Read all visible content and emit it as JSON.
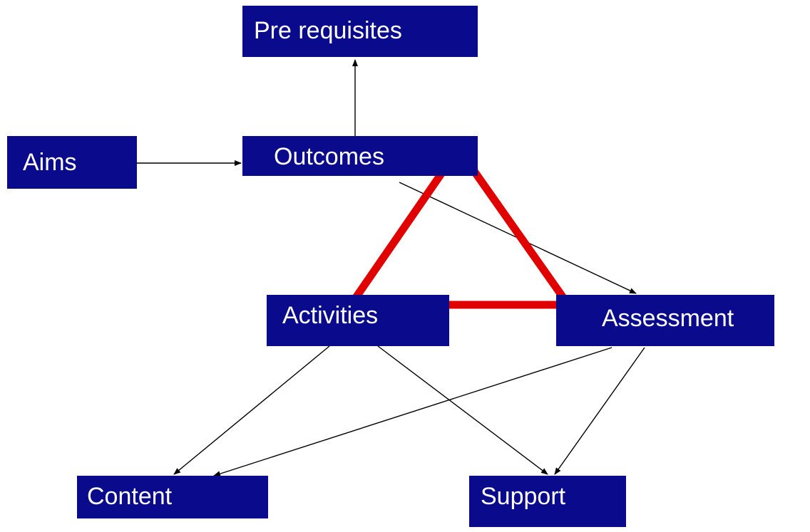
{
  "colors": {
    "box_fill": "#0a0a8c",
    "box_text": "#ffffff",
    "arrow": "#000000",
    "triangle": "#e00000"
  },
  "nodes": {
    "prerequisites": "Pre requisites",
    "aims": "Aims",
    "outcomes": "Outcomes",
    "activities": "Activities",
    "assessment": "Assessment",
    "content": "Content",
    "support": "Support"
  },
  "edges": [
    {
      "from": "aims",
      "to": "outcomes"
    },
    {
      "from": "outcomes",
      "to": "prerequisites"
    },
    {
      "from": "outcomes",
      "to": "assessment"
    },
    {
      "from": "activities",
      "to": "content"
    },
    {
      "from": "activities",
      "to": "support"
    },
    {
      "from": "assessment",
      "to": "content"
    },
    {
      "from": "assessment",
      "to": "support"
    }
  ],
  "alignment_triangle": {
    "vertices": [
      "outcomes",
      "activities",
      "assessment"
    ],
    "color": "#e00000"
  }
}
